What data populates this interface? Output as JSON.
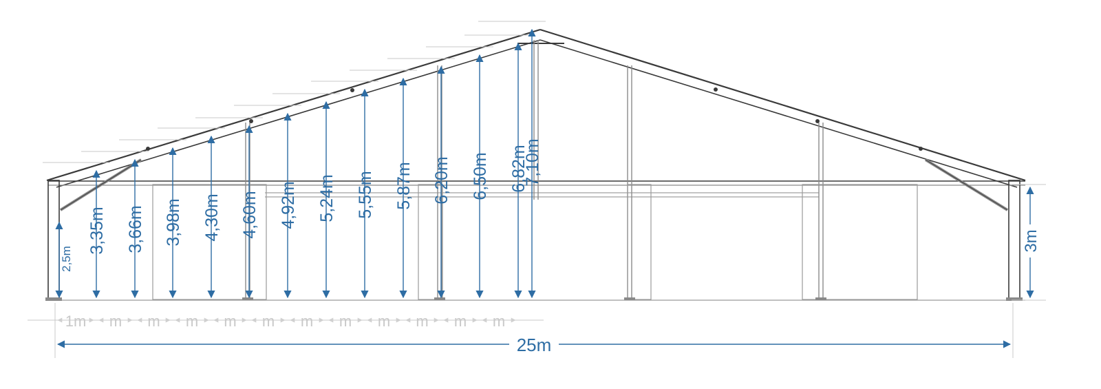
{
  "diagram": {
    "colors": {
      "dimension": "#2e6da4",
      "frame": "#3a3a3a",
      "spacing": "#c9c9c9"
    },
    "height_labels": [
      "3,35m",
      "3,66m",
      "3,98m",
      "4,30m",
      "4,60m",
      "4,92m",
      "5,24m",
      "5,55m",
      "5,87m",
      "6,20m",
      "6,50m",
      "6,82m",
      "7,10m"
    ],
    "eave_label": "2,5m",
    "side_height_label": "3m",
    "width_label": "25m",
    "spacing_first_label": "1m",
    "spacing_repeat_label": "m"
  }
}
